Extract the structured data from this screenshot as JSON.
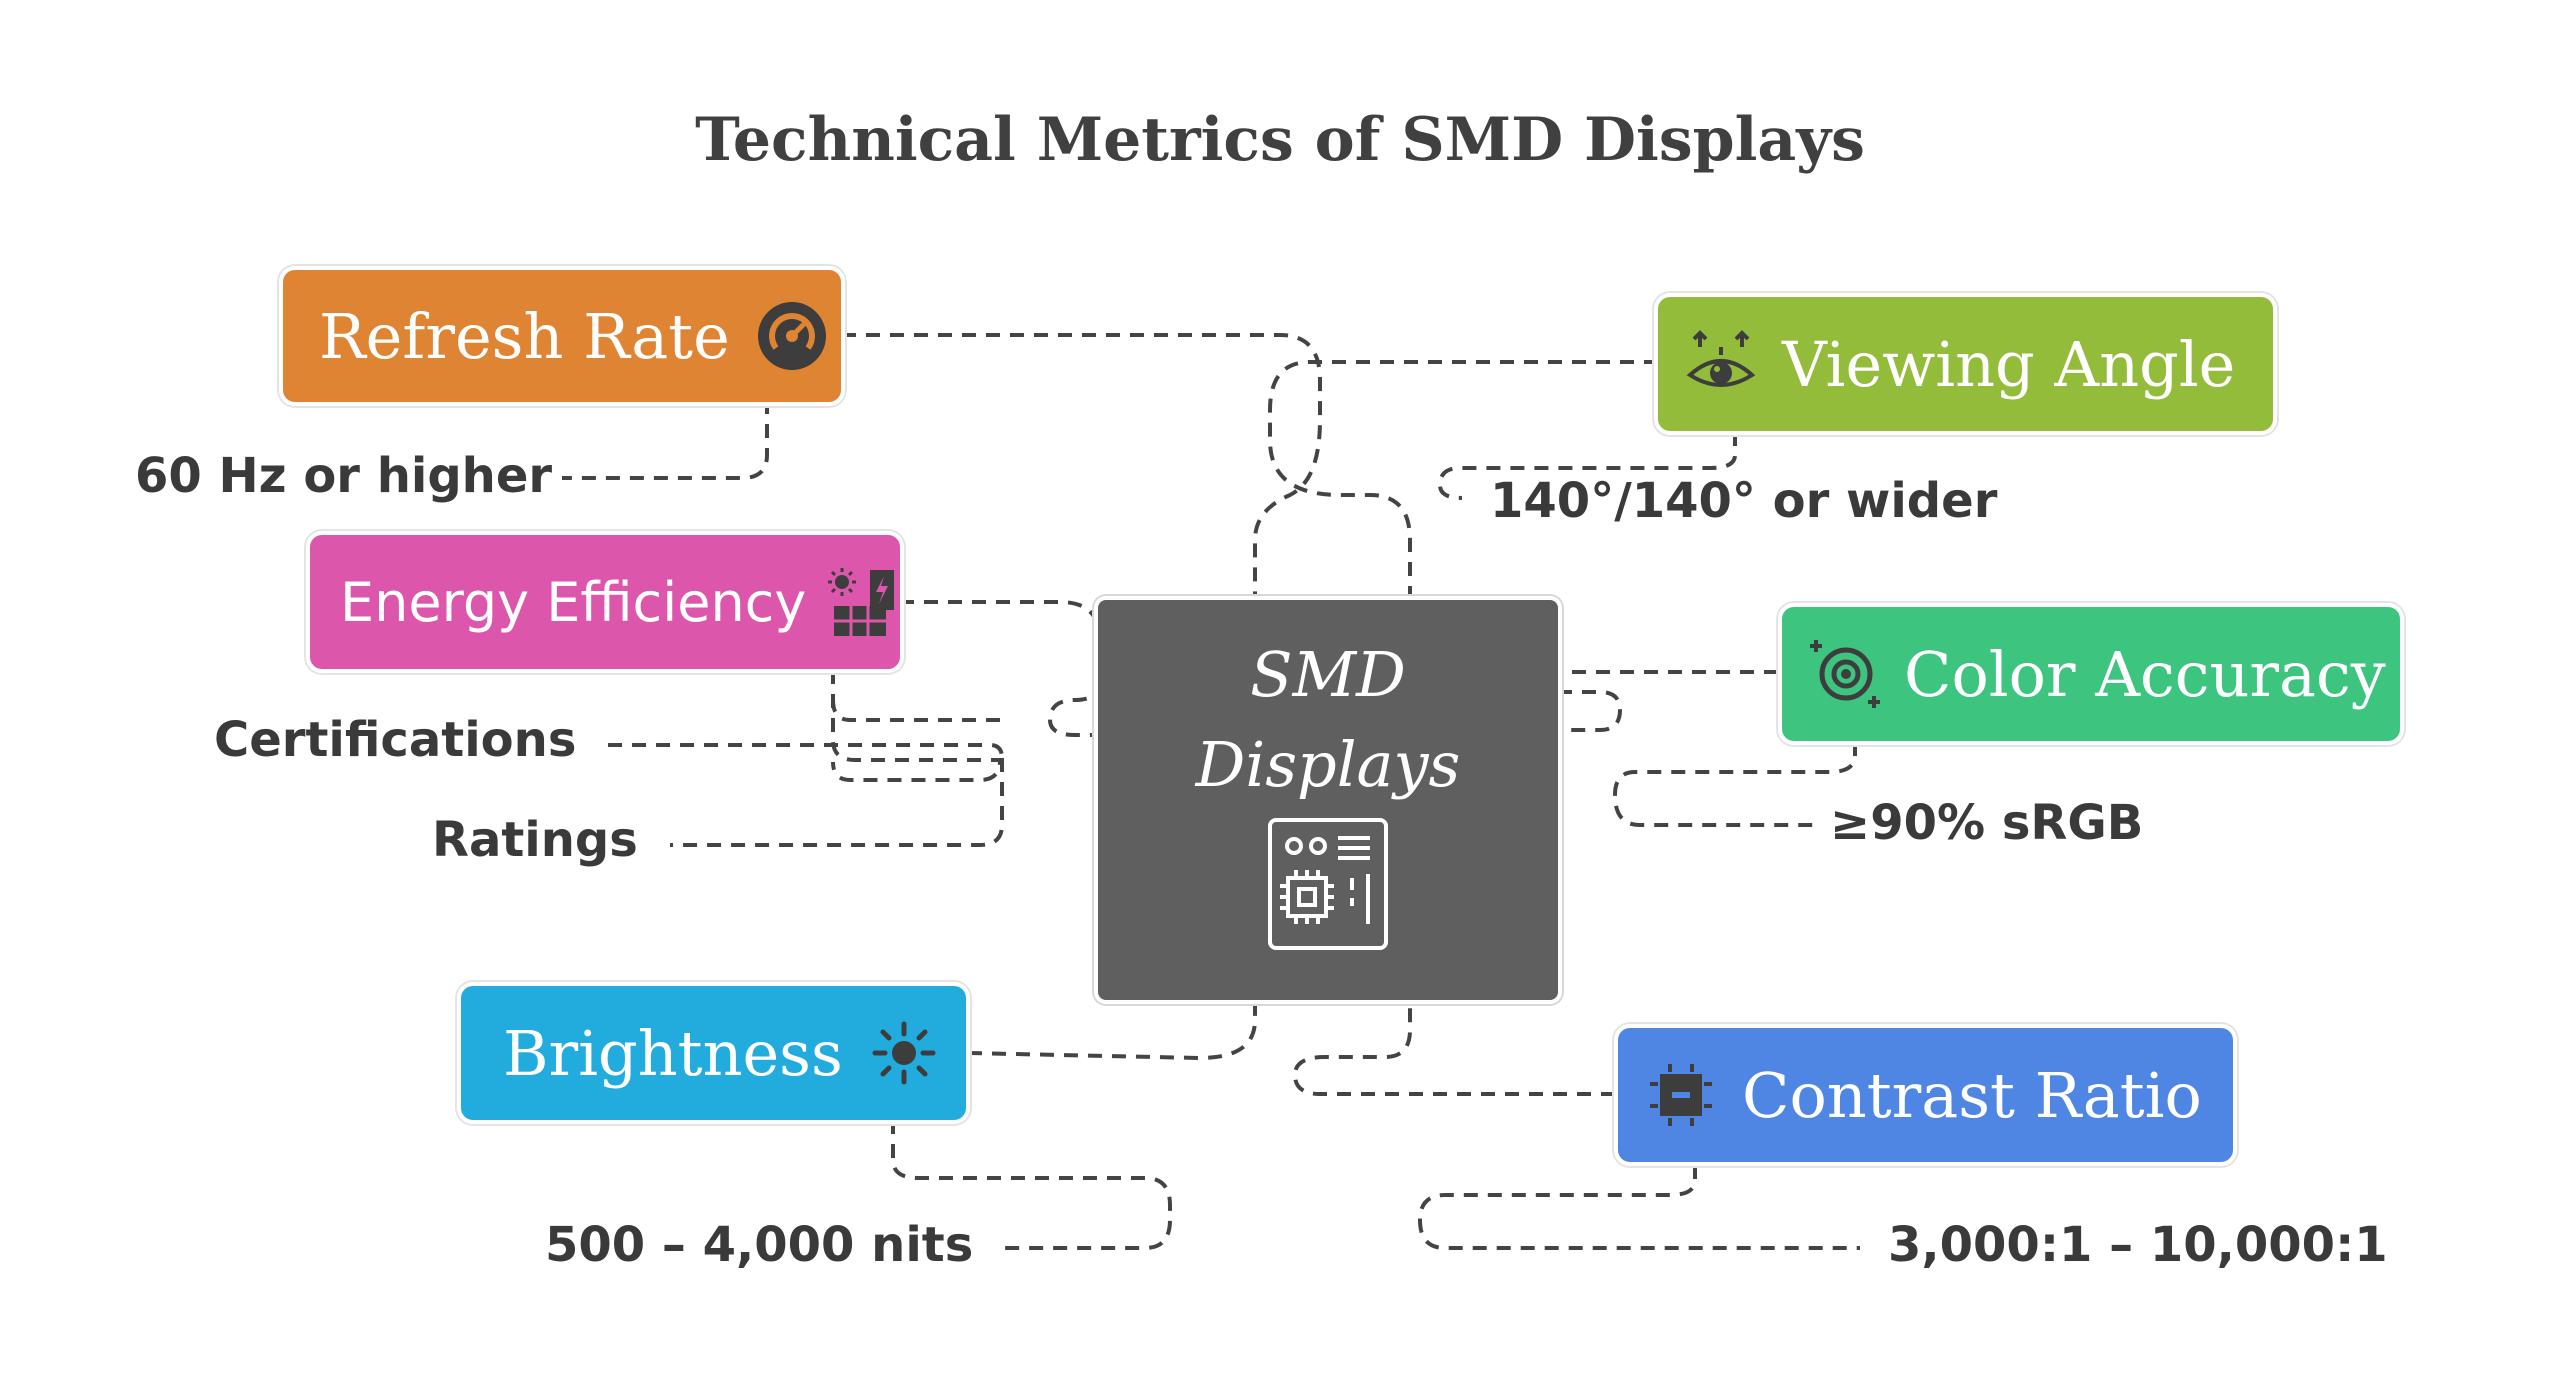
{
  "title": "Technical Metrics of SMD Displays",
  "center": {
    "line1": "SMD",
    "line2": "Displays",
    "icon": "circuit-board-icon"
  },
  "metrics": [
    {
      "id": "refresh-rate",
      "label": "Refresh Rate",
      "icon": "gauge-icon",
      "color": "#DF8433",
      "details": [
        "60 Hz or higher"
      ]
    },
    {
      "id": "energy-efficiency",
      "label": "Energy Efficiency",
      "icon": "solar-panel-icon",
      "color": "#DC56AB",
      "details": [
        "Certifications",
        "Ratings"
      ]
    },
    {
      "id": "brightness",
      "label": "Brightness",
      "icon": "sun-icon",
      "color": "#22ABDD",
      "details": [
        "500 – 4,000 nits"
      ]
    },
    {
      "id": "viewing-angle",
      "label": "Viewing Angle",
      "icon": "eye-icon",
      "color": "#92BC3A",
      "details": [
        "140°/140° or wider"
      ]
    },
    {
      "id": "color-accuracy",
      "label": "Color Accuracy",
      "icon": "target-icon",
      "color": "#3DC47F",
      "details": [
        "≥90% sRGB"
      ]
    },
    {
      "id": "contrast-ratio",
      "label": "Contrast Ratio",
      "icon": "chip-icon",
      "color": "#4F86E3",
      "details": [
        "3,000:1 – 10,000:1"
      ]
    }
  ]
}
